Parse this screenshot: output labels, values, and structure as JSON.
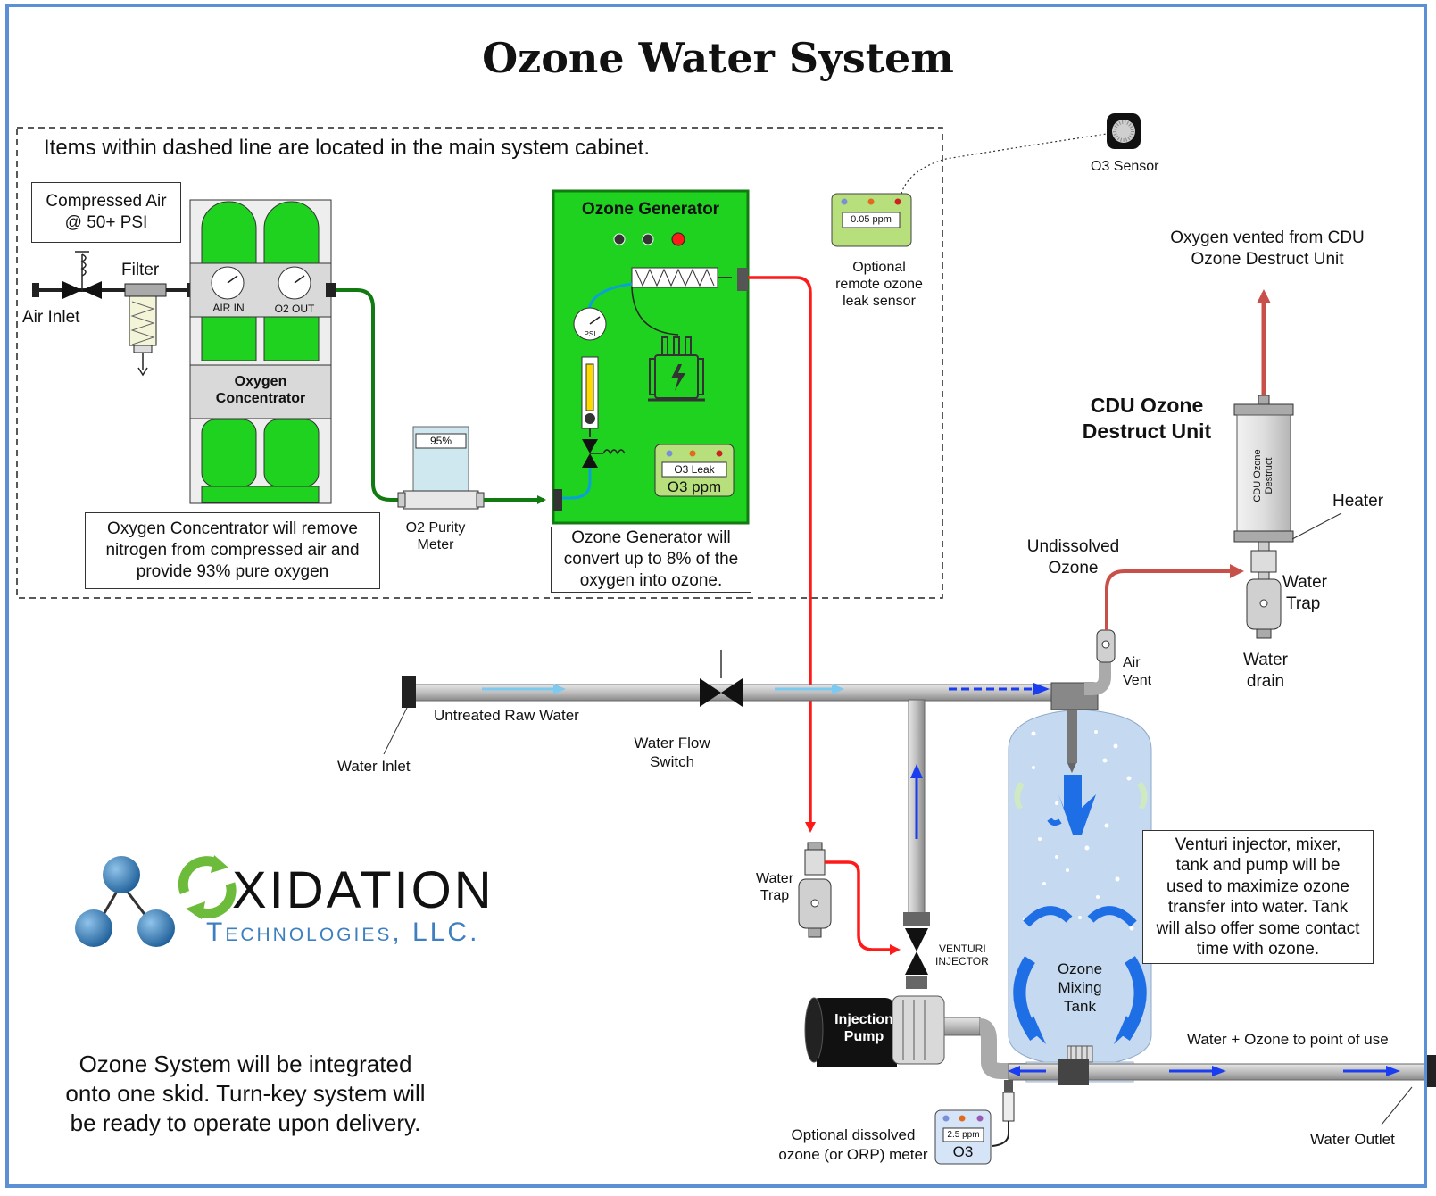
{
  "title": "Ozone Water System",
  "cabinet_note": "Items within dashed line are located in the main system cabinet.",
  "compressed_air": {
    "line1": "Compressed Air",
    "line2": "@ 50+ PSI"
  },
  "filter_label": "Filter",
  "air_inlet_label": "Air Inlet",
  "concentrator": {
    "name_line1": "Oxygen",
    "name_line2": "Concentrator",
    "gauge_in": "AIR IN",
    "gauge_out": "O2 OUT",
    "note": [
      "Oxygen Concentrator will remove",
      "nitrogen from compressed air and",
      "provide 93% pure oxygen"
    ]
  },
  "purity_meter": {
    "reading": "95%",
    "label_line1": "O2 Purity",
    "label_line2": "Meter"
  },
  "generator": {
    "title": "Ozone Generator",
    "psi_label": "PSI",
    "leak_display": "O3 Leak",
    "leak_label": "O3 ppm",
    "note": [
      "Ozone Generator will",
      "convert up to 8% of the",
      "oxygen into ozone."
    ]
  },
  "leak_sensor": {
    "reading": "0.05 ppm",
    "label": [
      "Optional",
      "remote ozone",
      "leak sensor"
    ]
  },
  "o3_sensor_label": "O3 Sensor",
  "cdu": {
    "vent_label": [
      "Oxygen vented from CDU",
      "Ozone Destruct Unit"
    ],
    "title": [
      "CDU Ozone",
      "Destruct Unit"
    ],
    "body_text": [
      "CDU Ozone",
      "Destruct"
    ],
    "heater_label": "Heater",
    "water_trap_label": [
      "Water",
      "Trap"
    ],
    "water_drain_label": [
      "Water",
      "drain"
    ]
  },
  "undissolved_label": [
    "Undissolved",
    "Ozone"
  ],
  "air_vent_label": [
    "Air",
    "Vent"
  ],
  "raw_water_label": "Untreated Raw Water",
  "water_inlet_label": "Water Inlet",
  "flow_switch_label": [
    "Water Flow",
    "Switch"
  ],
  "water_trap_small_label": [
    "Water",
    "Trap"
  ],
  "venturi_label": [
    "VENTURI",
    "INJECTOR"
  ],
  "pump_label": [
    "Injection",
    "Pump"
  ],
  "mixing_tank_label": [
    "Ozone",
    "Mixing",
    "Tank"
  ],
  "venturi_note": [
    "Venturi injector, mixer,",
    "tank and pump will be",
    "used to maximize ozone",
    "transfer into water.  Tank",
    "will also offer some contact",
    "time with ozone."
  ],
  "outlet_use_label": "Water + Ozone to point of use",
  "water_outlet_label": "Water Outlet",
  "orp_meter": {
    "reading": "2.5 ppm",
    "display": "O3",
    "label": [
      "Optional dissolved",
      "ozone (or ORP) meter"
    ]
  },
  "logo": {
    "name": "XIDATION",
    "sub": "Technologies, LLC."
  },
  "skid_note": [
    "Ozone System will be integrated",
    "onto one skid.  Turn-key system will",
    "be ready to operate upon delivery."
  ],
  "colors": {
    "green": "#1fd21f",
    "dark_green": "#117a11",
    "red_line": "#ff1a1a",
    "ozone_line": "#c9504a",
    "pipe": "#c8c8c8",
    "tank": "#c5d9f1",
    "flow_blue": "#1a3df0",
    "frame_blue": "#5b8fd6"
  }
}
